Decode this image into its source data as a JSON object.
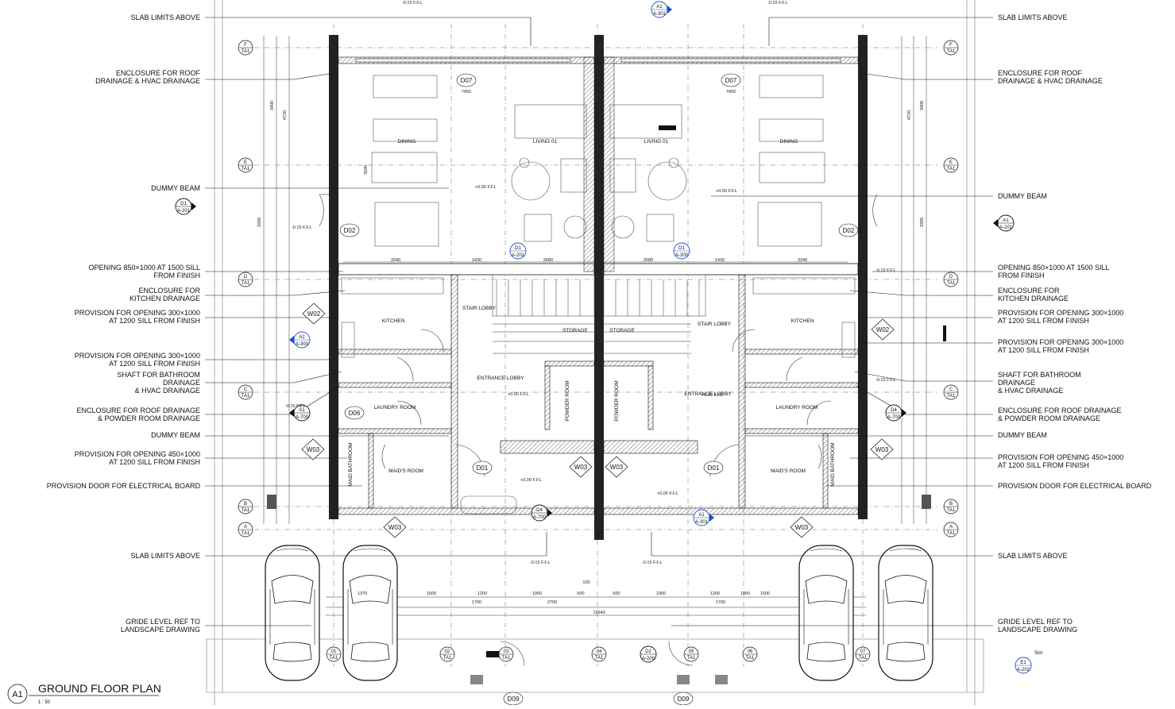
{
  "sheet": {
    "title_ref": "A1",
    "title": "GROUND FLOOR PLAN",
    "scale": "1 : 50"
  },
  "annotations_left": [
    {
      "lines": [
        "SLAB LIMITS ABOVE"
      ]
    },
    {
      "lines": [
        "ENCLOSURE FOR ROOF",
        "DRAINAGE & HVAC DRAINAGE"
      ]
    },
    {
      "lines": [
        "DUMMY BEAM"
      ]
    },
    {
      "lines": [
        "OPENING 850×1000 AT 1500 SILL",
        "FROM FINISH"
      ]
    },
    {
      "lines": [
        "ENCLOSURE FOR",
        "KITCHEN DRAINAGE"
      ]
    },
    {
      "lines": [
        "PROVISION FOR OPENING 300×1000",
        "AT 1200 SILL  FROM FINISH"
      ]
    },
    {
      "lines": [
        "PROVISION FOR OPENING 300×1000",
        "AT 1200 SILL  FROM FINISH"
      ]
    },
    {
      "lines": [
        "SHAFT FOR BATHROOM",
        "DRAINAGE",
        "& HVAC DRAINAGE"
      ]
    },
    {
      "lines": [
        "ENCLOSURE FOR ROOF DRAINAGE",
        "& POWDER ROOM DRAINAGE"
      ]
    },
    {
      "lines": [
        "DUMMY BEAM"
      ]
    },
    {
      "lines": [
        "PROVISION FOR OPENING 450×1000",
        "AT 1200 SILL  FROM FINISH"
      ]
    },
    {
      "lines": [
        "PROVISION DOOR FOR ELECTRICAL BOARD"
      ]
    },
    {
      "lines": [
        "SLAB LIMITS ABOVE"
      ]
    },
    {
      "lines": [
        "GRIDE  LEVEL REF TO",
        "LANDSCAPE DRAWING"
      ]
    }
  ],
  "annotations_right": [
    {
      "lines": [
        "SLAB LIMITS ABOVE"
      ]
    },
    {
      "lines": [
        "ENCLOSURE FOR ROOF",
        "DRAINAGE & HVAC DRAINAGE"
      ]
    },
    {
      "lines": [
        "DUMMY BEAM"
      ]
    },
    {
      "lines": [
        "OPENING 850×1000 AT 1500 SILL",
        "FROM FINISH"
      ]
    },
    {
      "lines": [
        "ENCLOSURE FOR",
        "KITCHEN DRAINAGE"
      ]
    },
    {
      "lines": [
        "PROVISION FOR OPENING 300×1000",
        "AT 1200 SILL  FROM FINISH"
      ]
    },
    {
      "lines": [
        "PROVISION FOR OPENING 300×1000",
        "AT 1200 SILL  FROM FINISH"
      ]
    },
    {
      "lines": [
        "SHAFT FOR BATHROOM",
        "DRAINAGE",
        "& HVAC DRAINAGE"
      ]
    },
    {
      "lines": [
        "ENCLOSURE FOR ROOF DRAINAGE",
        "& POWDER ROOM DRAINAGE"
      ]
    },
    {
      "lines": [
        "DUMMY BEAM"
      ]
    },
    {
      "lines": [
        "PROVISION FOR OPENING 450×1000",
        "AT 1200 SILL  FROM FINISH"
      ]
    },
    {
      "lines": [
        "PROVISION DOOR FOR ELECTRICAL BOARD"
      ]
    },
    {
      "lines": [
        "SLAB LIMITS ABOVE"
      ]
    },
    {
      "lines": [
        "GRIDE  LEVEL REF TO",
        "LANDSCAPE DRAWING"
      ]
    }
  ],
  "grid_rows": [
    "F",
    "E",
    "D",
    "C",
    "B",
    "A"
  ],
  "grid_sheet": "TA1",
  "grid_cols_bottom": [
    "01",
    "02",
    "03",
    "04",
    "05",
    "06",
    "07"
  ],
  "rooms_left": [
    "DINING",
    "LIVING 01",
    "KITCHEN",
    "STAIR LOBBY",
    "STORAGE",
    "ENTRANCE LOBBY",
    "LAUNDRY ROOM",
    "MAID'S ROOM",
    "POWDER ROOM",
    "MAID BATHROOM"
  ],
  "rooms_right": [
    "LIVING 01",
    "DINING",
    "STORAGE",
    "STAIR LOBBY",
    "KITCHEN",
    "ENTRANCE LOBBY",
    "LAUNDRY ROOM",
    "MAID'S ROOM",
    "POWDER ROOM",
    "MAID BATHROOM"
  ],
  "door_tags": [
    "D07",
    "D02",
    "D06",
    "D01",
    "D09",
    "D04"
  ],
  "window_tags": [
    "W02",
    "W03"
  ],
  "levels": [
    "+0.00 F.F.L",
    "-0.15 F.F.L"
  ],
  "sections": [
    "A1",
    "A-301",
    "D1",
    "A-201",
    "A-300",
    "A-700",
    "D4",
    "E1",
    "A-202",
    "D2",
    "A-200",
    "Sim"
  ],
  "dimensions_top": [
    "7450",
    "4720",
    "3400",
    "3300",
    "3590",
    "3340",
    "1430",
    "2680"
  ],
  "dimensions_bottom": [
    "1370",
    "1500",
    "1200",
    "1950",
    "2700",
    "600",
    "100",
    "1700",
    "15640"
  ],
  "colors": {
    "line": "#111111",
    "grid": "#555555",
    "accent": "#1f4fd1",
    "hatch": "#777777"
  }
}
